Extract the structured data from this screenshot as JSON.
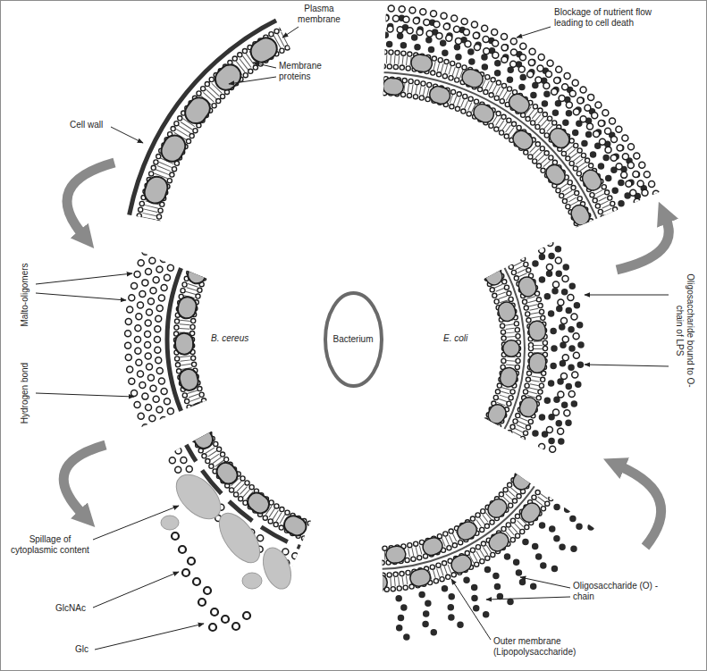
{
  "diagram": {
    "nodes": [
      {
        "text": [
          "Bacterium"
        ]
      }
    ],
    "labels": [
      "Plasma membrane",
      "Membrane proteins",
      "Cell wall",
      "Malto-oligomers",
      "Hydrogen bond",
      "B. cereus",
      "E. coli",
      "Spillage of cytoplasmic content",
      "GlcNAc",
      "Glc",
      "Blockage of nutrient flow leading to cell death",
      "Oligosaccharide bound to O-chain of LPS",
      "Oligosaccharide (O) - chain",
      "Outer membrane (Lipopolysaccharide)"
    ]
  }
}
